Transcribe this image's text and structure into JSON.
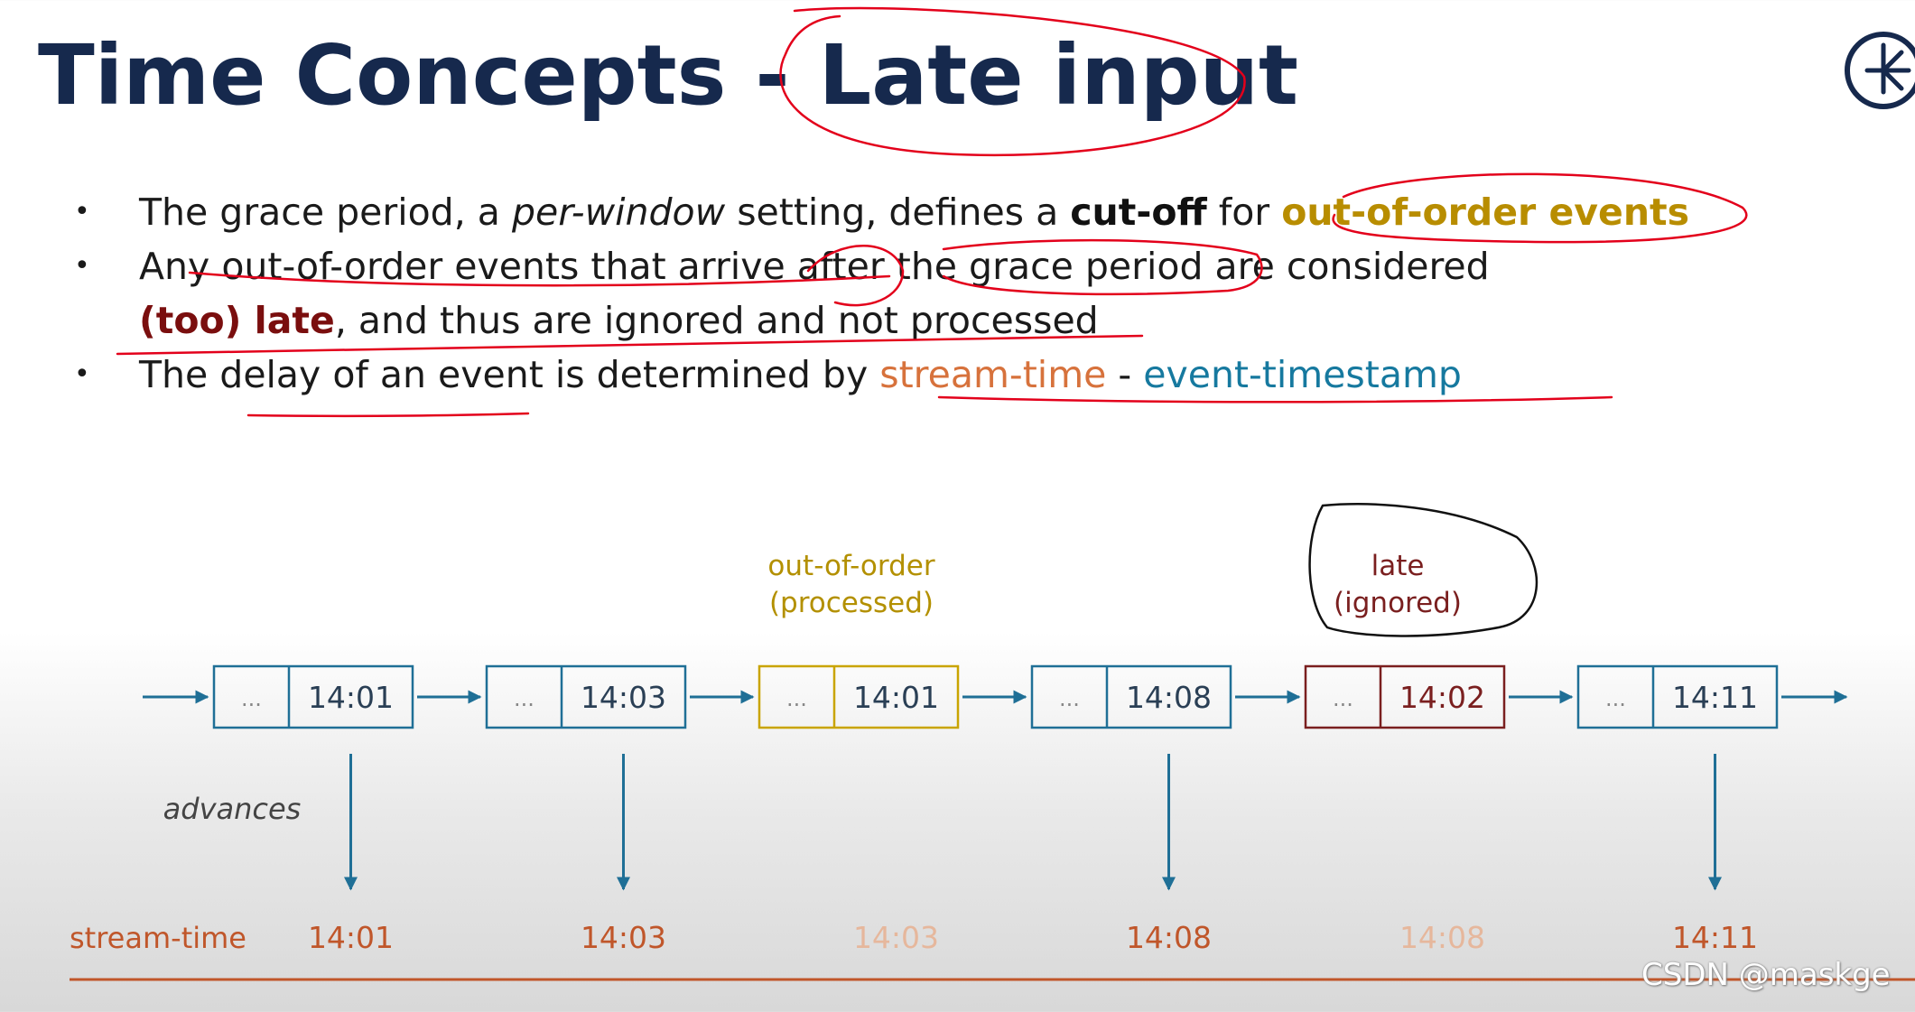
{
  "title": "Time Concepts - Late input",
  "bullets": {
    "b1": {
      "t1": "The grace period, a ",
      "em": "per-window",
      "t2": " setting, defines a ",
      "bold": "cut-off",
      "t3": " for ",
      "gold": "out-of-order events"
    },
    "b2": {
      "line1": "Any out-of-order events that arrive after the grace period are considered",
      "late": "(too) late",
      "rest": ", and thus are ignored and not processed"
    },
    "b3": {
      "t1": "The delay of an event is determined by ",
      "orange": "stream-time",
      "sep": " - ",
      "teal": "event-timestamp"
    }
  },
  "diagram": {
    "labels": {
      "out_of_order_1": "out-of-order",
      "out_of_order_2": "(processed)",
      "late_1": "late",
      "late_2": "(ignored)",
      "advances": "advances",
      "stream_time": "stream-time"
    },
    "events": [
      {
        "dots": "...",
        "timestamp": "14:01"
      },
      {
        "dots": "...",
        "timestamp": "14:03"
      },
      {
        "dots": "...",
        "timestamp": "14:01"
      },
      {
        "dots": "...",
        "timestamp": "14:08"
      },
      {
        "dots": "...",
        "timestamp": "14:02"
      },
      {
        "dots": "...",
        "timestamp": "14:11"
      }
    ],
    "stream_times": [
      "14:01",
      "14:03",
      "14:03",
      "14:08",
      "14:08",
      "14:11"
    ]
  },
  "colors": {
    "title": "#16294d",
    "normal_box": "#1f6f96",
    "out_of_order": "#c9a400",
    "late": "#7a1f1f",
    "stream_time": "#c0562a",
    "stream_time_faded": "#e6b79c",
    "annotation_red": "#e3001b"
  },
  "watermark": "CSDN @maskge"
}
